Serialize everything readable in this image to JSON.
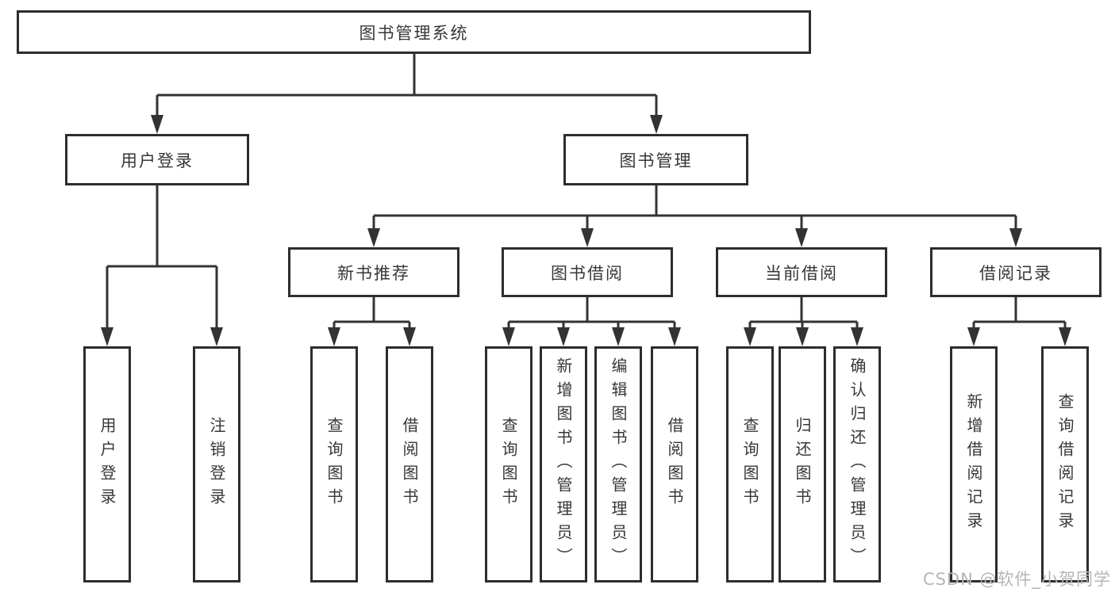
{
  "diagram": {
    "root": {
      "label": "图书管理系统"
    },
    "branches": [
      {
        "label": "用户登录",
        "children": [
          {
            "label": "用户登录"
          },
          {
            "label": "注销登录"
          }
        ]
      },
      {
        "label": "图书管理",
        "children": [
          {
            "label": "新书推荐",
            "children": [
              {
                "label": "查询图书"
              },
              {
                "label": "借阅图书"
              }
            ]
          },
          {
            "label": "图书借阅",
            "children": [
              {
                "label": "查询图书"
              },
              {
                "label": "新增图书（管理员）"
              },
              {
                "label": "编辑图书（管理员）"
              },
              {
                "label": "借阅图书"
              }
            ]
          },
          {
            "label": "当前借阅",
            "children": [
              {
                "label": "查询图书"
              },
              {
                "label": "归还图书"
              },
              {
                "label": "确认归还（管理员）"
              }
            ]
          },
          {
            "label": "借阅记录",
            "children": [
              {
                "label": "新增借阅记录"
              },
              {
                "label": "查询借阅记录"
              }
            ]
          }
        ]
      }
    ]
  },
  "watermark": "CSDN @软件_小贺同学",
  "colors": {
    "line": "#333333",
    "border": "#2d2d2d",
    "text": "#373737",
    "background": "#ffffff",
    "watermark": "#b5b5b5"
  }
}
